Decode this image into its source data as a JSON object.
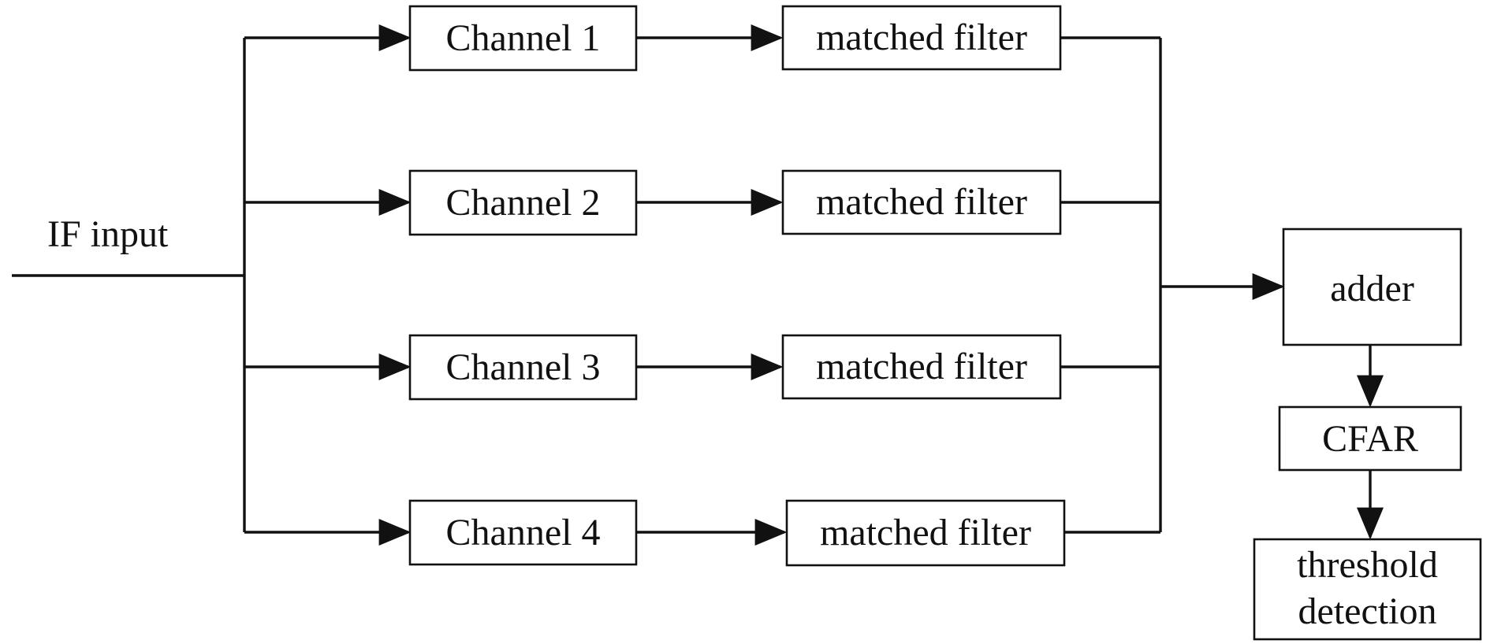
{
  "input_label": "IF input",
  "channels": [
    {
      "channel_label": "Channel 1",
      "filter_label": "matched filter"
    },
    {
      "channel_label": "Channel 2",
      "filter_label": "matched filter"
    },
    {
      "channel_label": "Channel 3",
      "filter_label": "matched filter"
    },
    {
      "channel_label": "Channel 4",
      "filter_label": "matched filter"
    }
  ],
  "adder_label": "adder",
  "cfar_label": "CFAR",
  "threshold_label": {
    "line1": "threshold",
    "line2": "detection"
  }
}
